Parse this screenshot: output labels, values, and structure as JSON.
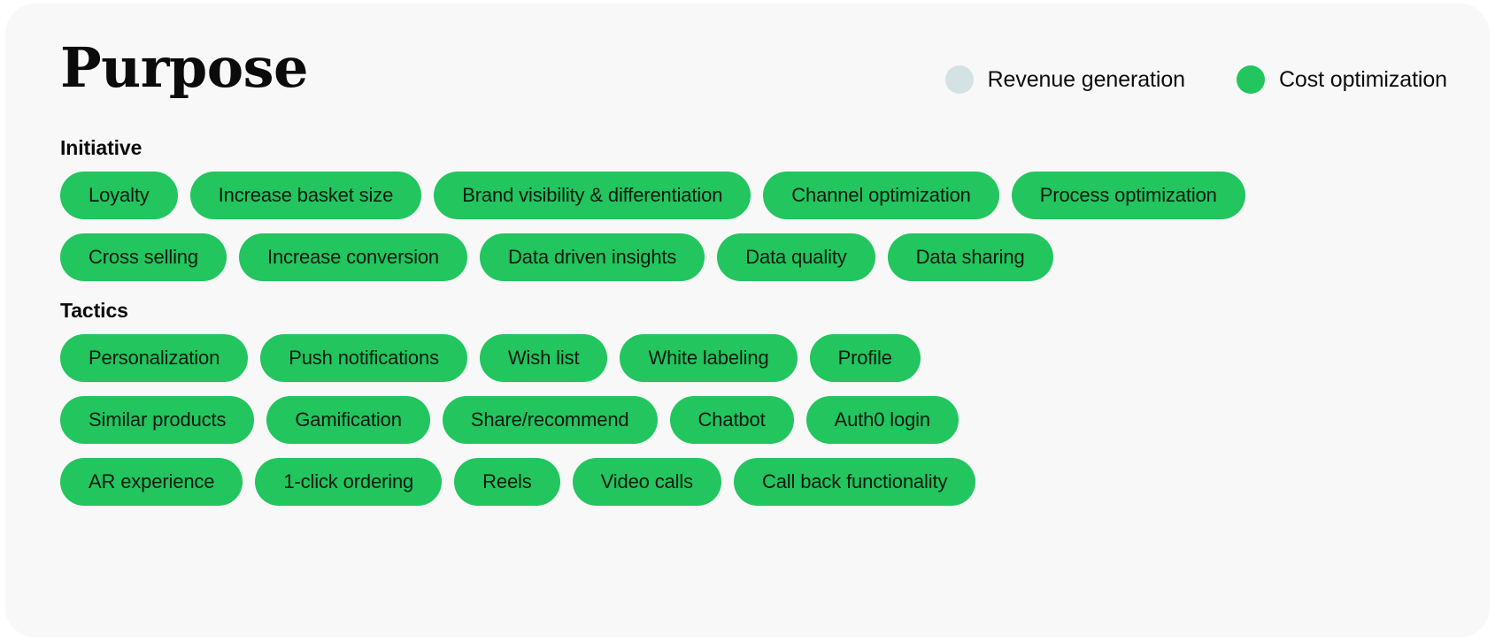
{
  "header": {
    "title": "Purpose",
    "legend": [
      {
        "label": "Revenue generation",
        "color": "#D4E2E4",
        "key": "revenue"
      },
      {
        "label": "Cost optimization",
        "color": "#22C55E",
        "key": "cost"
      }
    ]
  },
  "sections": [
    {
      "title": "Initiative",
      "rows": [
        [
          {
            "label": "Loyalty",
            "category": "cost"
          },
          {
            "label": "Increase basket size",
            "category": "cost"
          },
          {
            "label": "Brand visibility & differentiation",
            "category": "cost"
          },
          {
            "label": "Channel optimization",
            "category": "cost"
          },
          {
            "label": "Process optimization",
            "category": "cost"
          }
        ],
        [
          {
            "label": "Cross selling",
            "category": "cost"
          },
          {
            "label": "Increase conversion",
            "category": "cost"
          },
          {
            "label": "Data driven insights",
            "category": "cost"
          },
          {
            "label": "Data quality",
            "category": "cost"
          },
          {
            "label": "Data sharing",
            "category": "cost"
          }
        ]
      ]
    },
    {
      "title": "Tactics",
      "rows": [
        [
          {
            "label": "Personalization",
            "category": "cost"
          },
          {
            "label": "Push notifications",
            "category": "cost"
          },
          {
            "label": "Wish list",
            "category": "cost"
          },
          {
            "label": "White labeling",
            "category": "cost"
          },
          {
            "label": "Profile",
            "category": "cost"
          }
        ],
        [
          {
            "label": "Similar products",
            "category": "cost"
          },
          {
            "label": "Gamification",
            "category": "cost"
          },
          {
            "label": "Share/recommend",
            "category": "cost"
          },
          {
            "label": "Chatbot",
            "category": "cost"
          },
          {
            "label": "Auth0 login",
            "category": "cost"
          }
        ],
        [
          {
            "label": "AR experience",
            "category": "cost"
          },
          {
            "label": "1-click ordering",
            "category": "cost"
          },
          {
            "label": "Reels",
            "category": "cost"
          },
          {
            "label": "Video calls",
            "category": "cost"
          },
          {
            "label": "Call back functionality",
            "category": "cost"
          }
        ]
      ]
    }
  ]
}
